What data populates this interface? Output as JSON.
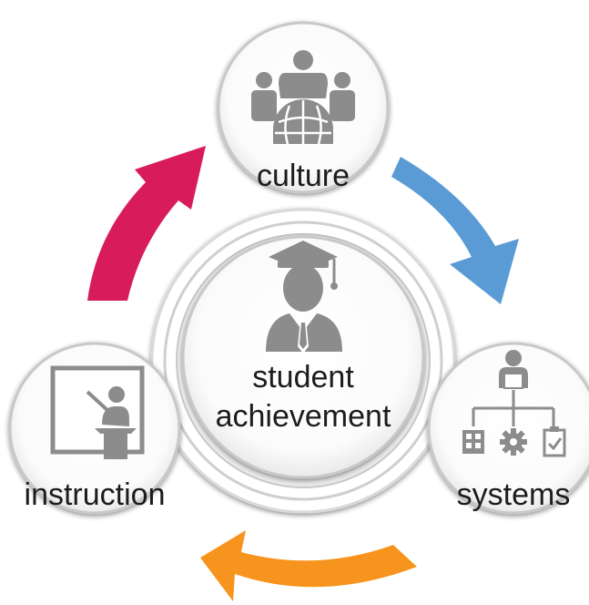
{
  "center": {
    "line1": "student",
    "line2": "achievement",
    "icon": "graduate-icon"
  },
  "nodes": {
    "culture": {
      "label": "culture",
      "icon": "team-globe-icon"
    },
    "systems": {
      "label": "systems",
      "icon": "org-chart-icon"
    },
    "instruction": {
      "label": "instruction",
      "icon": "teacher-board-icon"
    }
  },
  "arrows": {
    "culture_to_systems": {
      "color": "#5b9bd5"
    },
    "systems_to_instruction": {
      "color": "#f7941d"
    },
    "instruction_to_culture": {
      "color": "#d81b5a"
    }
  },
  "colors": {
    "icon": "#8c8c8c",
    "ring": "#cfcfcf",
    "text": "#1c1c1c"
  }
}
